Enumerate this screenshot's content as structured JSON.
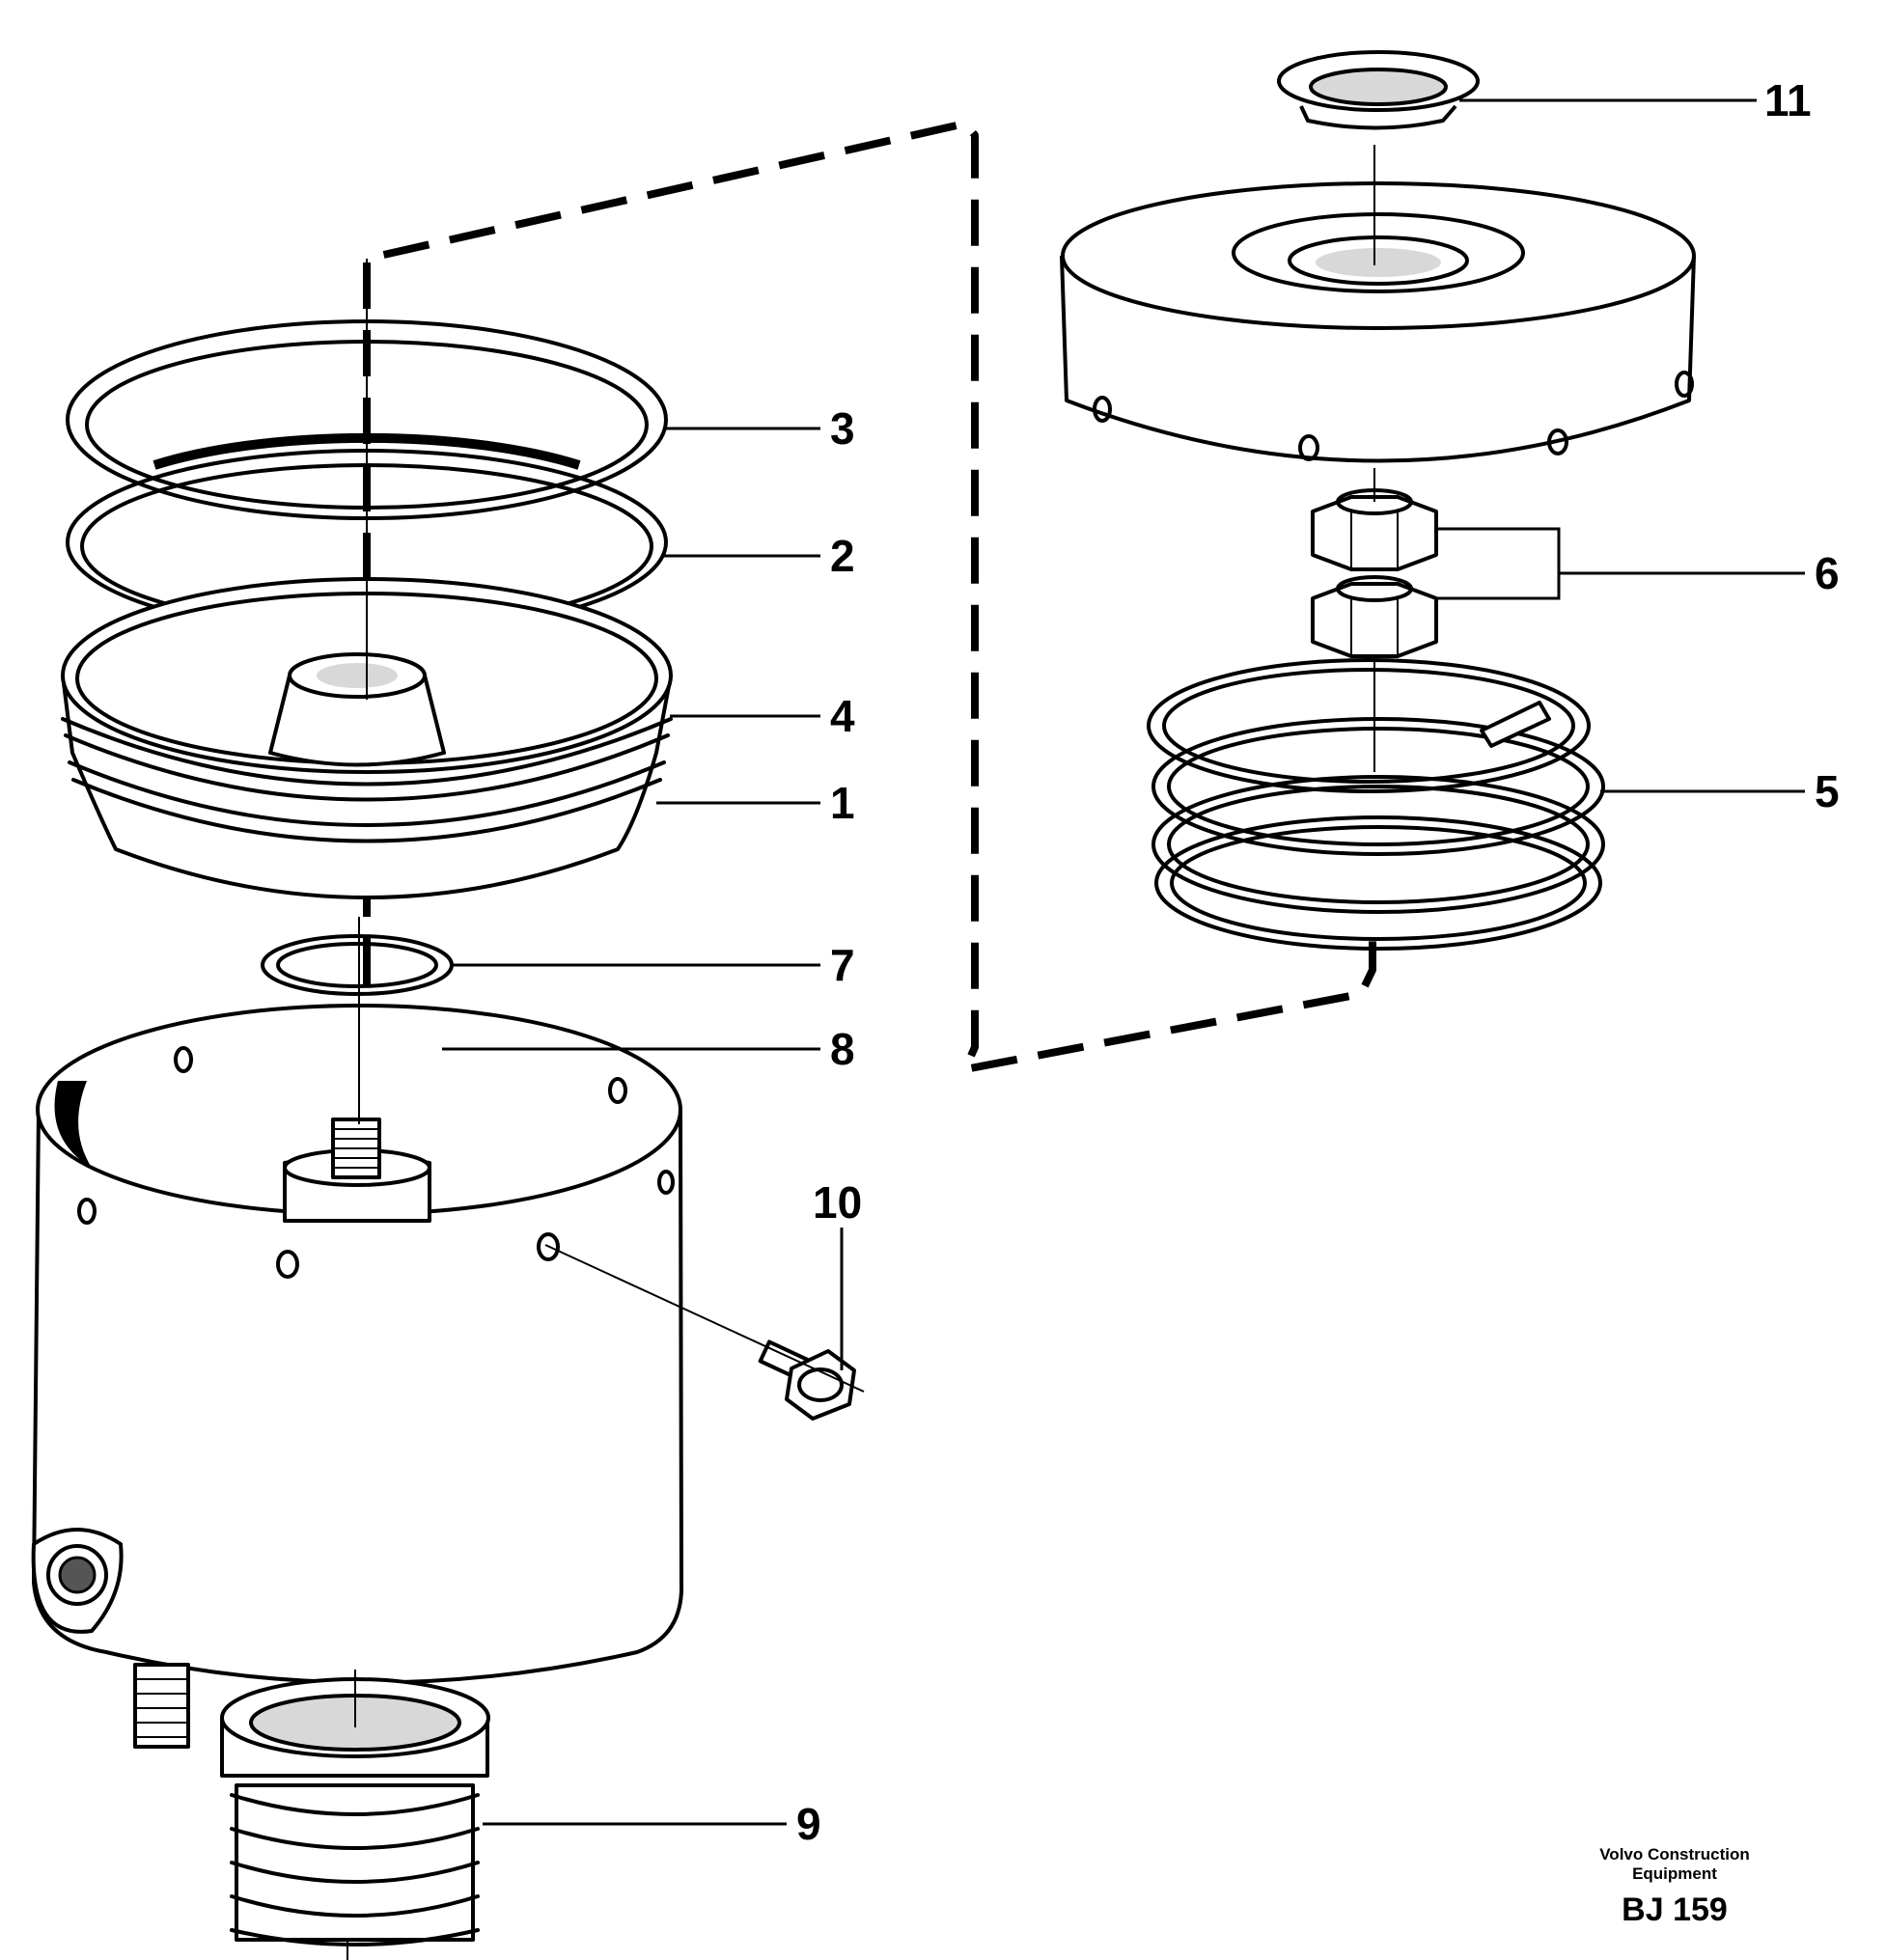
{
  "callouts": {
    "c1": "1",
    "c2": "2",
    "c3": "3",
    "c4": "4",
    "c5": "5",
    "c6": "6",
    "c7": "7",
    "c8": "8",
    "c9": "9",
    "c10": "10",
    "c11": "11"
  },
  "caption": {
    "line1": "Volvo Construction",
    "line2": "Equipment",
    "code": "BJ 159"
  }
}
